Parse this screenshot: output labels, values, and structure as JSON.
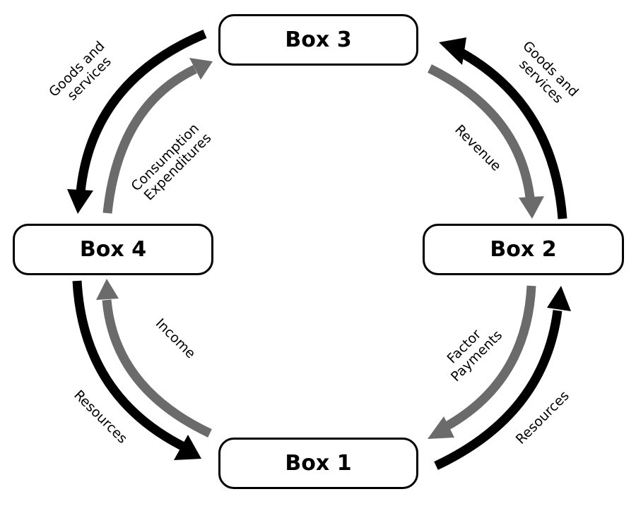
{
  "boxes": {
    "box1": "Box 1",
    "box2": "Box 2",
    "box3": "Box 3",
    "box4": "Box 4"
  },
  "flows": {
    "goods_services_left": [
      "Goods and",
      "services"
    ],
    "consumption_expenditures": [
      "Consumption",
      "Expenditures"
    ],
    "goods_services_right": [
      "Goods and",
      "services"
    ],
    "revenue": "Revenue",
    "income": "Income",
    "resources_left": "Resources",
    "factor_payments": [
      "Factor",
      "Payments"
    ],
    "resources_right": "Resources"
  },
  "colors": {
    "goods_and_resources_arrows": "#000000",
    "money_arrows": "#6b6b6b"
  }
}
